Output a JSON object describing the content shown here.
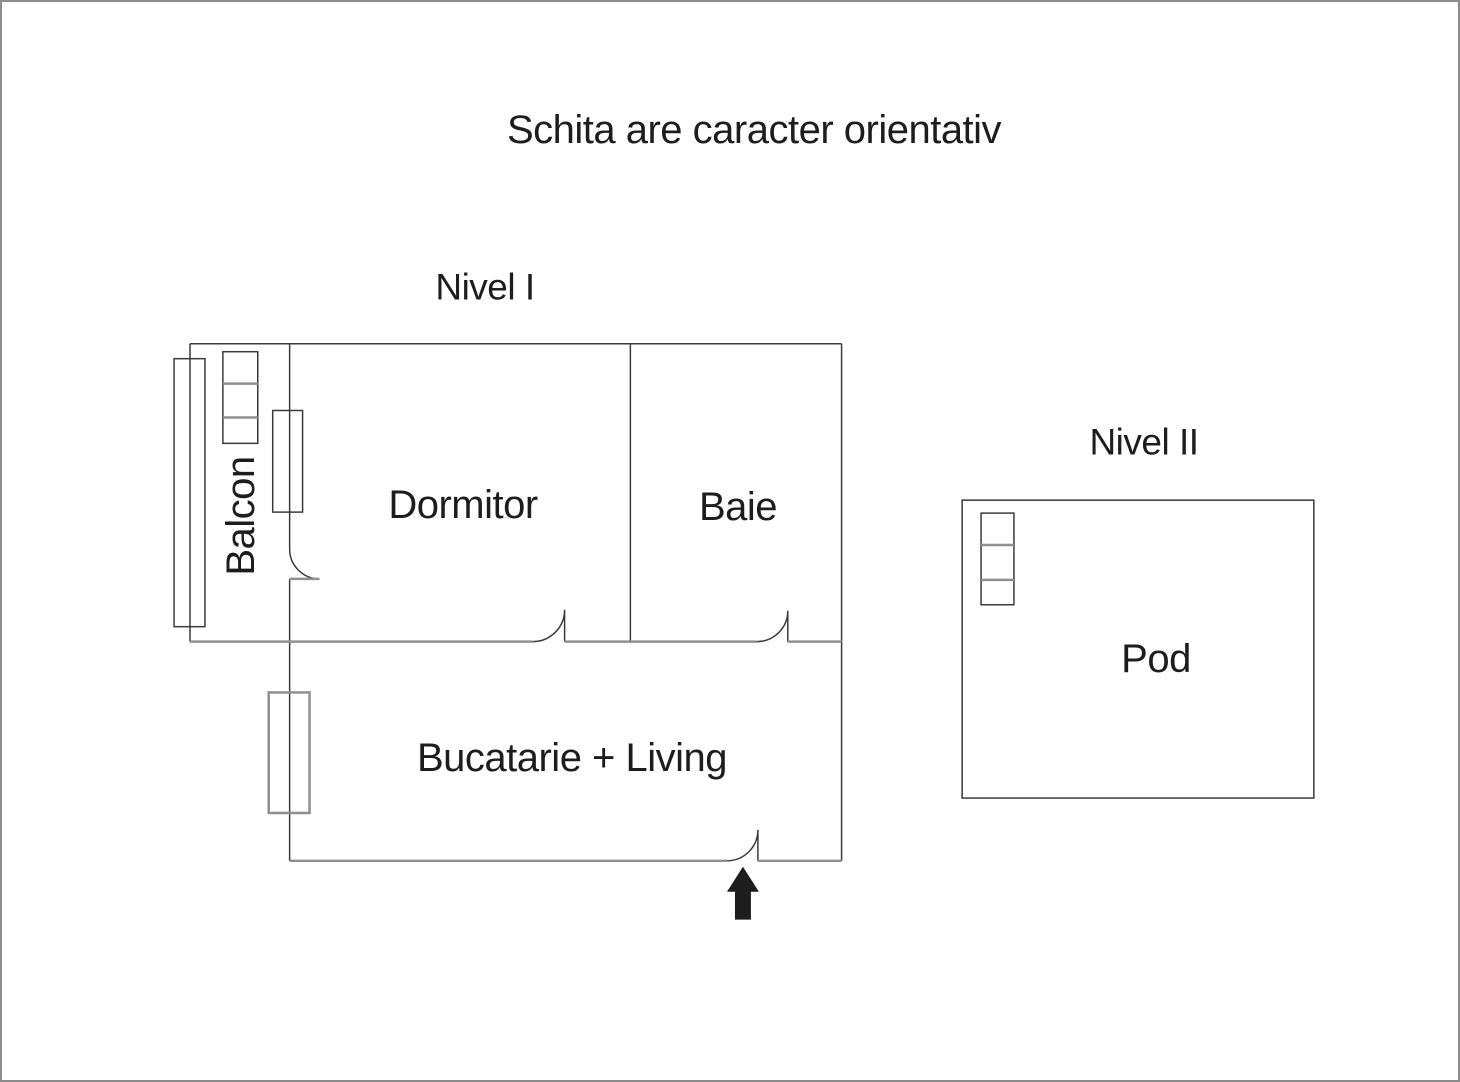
{
  "title": "Schita are caracter orientativ",
  "nivel1": {
    "label": "Nivel I",
    "rooms": {
      "balcon": "Balcon",
      "dormitor": "Dormitor",
      "baie": "Baie",
      "bucatarie": "Bucatarie + Living"
    }
  },
  "nivel2": {
    "label": "Nivel II",
    "rooms": {
      "pod": "Pod"
    }
  },
  "icons": {
    "entrance_arrow": "up-arrow"
  },
  "colors": {
    "background": "#ffffff",
    "canvas_border": "#8c8c8c",
    "wall": "#3a3a3a",
    "wall_light": "#8f8f8f",
    "text": "#1d1d1d",
    "arrow_fill": "#1d1d1d"
  }
}
